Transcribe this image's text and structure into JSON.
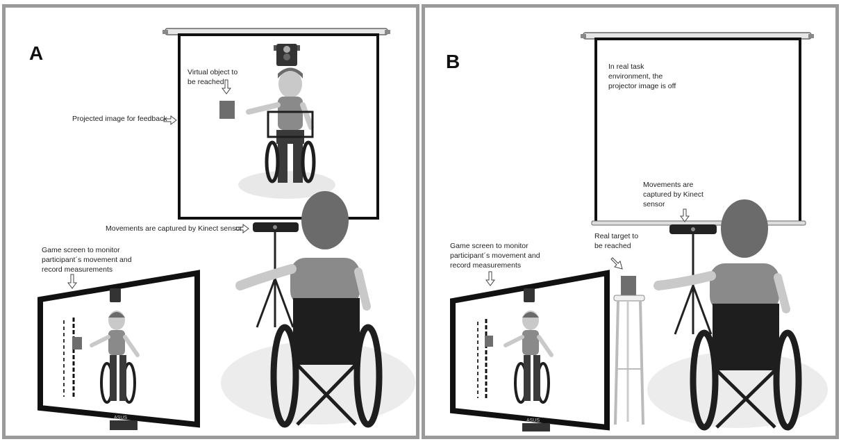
{
  "panels": [
    {
      "letter": "A",
      "labels": {
        "virtual_object": "Virtual object to\nbe reached",
        "projected_image": "Projected image for feedback",
        "kinect": "Movements are captured by Kinect sensor",
        "game_screen": "Game screen  to monitor\nparticipant´s movement and\nrecord measurements"
      },
      "monitor_brand": "ASUS"
    },
    {
      "letter": "B",
      "labels": {
        "real_task": "In real task\nenvironment, the\nprojector image is off",
        "kinect": "Movements are\ncaptured by Kinect\nsensor",
        "real_target": "Real target to\nbe reached",
        "game_screen": "Game screen  to monitor\nparticipant´s movement and\nrecord measurements"
      },
      "monitor_brand": "ASUS"
    }
  ],
  "colors": {
    "target": "#6e6e6e",
    "frame": "#9a9a9a",
    "skin": "#c9c9c9",
    "hair": "#6b6b6b",
    "shirt": "#8a8a8a",
    "wheelchair": "#1e1e1e"
  },
  "icons": [
    "traffic-light-icon",
    "arrow-right-icon",
    "arrow-down-icon",
    "arrow-diagonal-icon",
    "kinect-sensor-icon",
    "wheelchair-icon"
  ]
}
